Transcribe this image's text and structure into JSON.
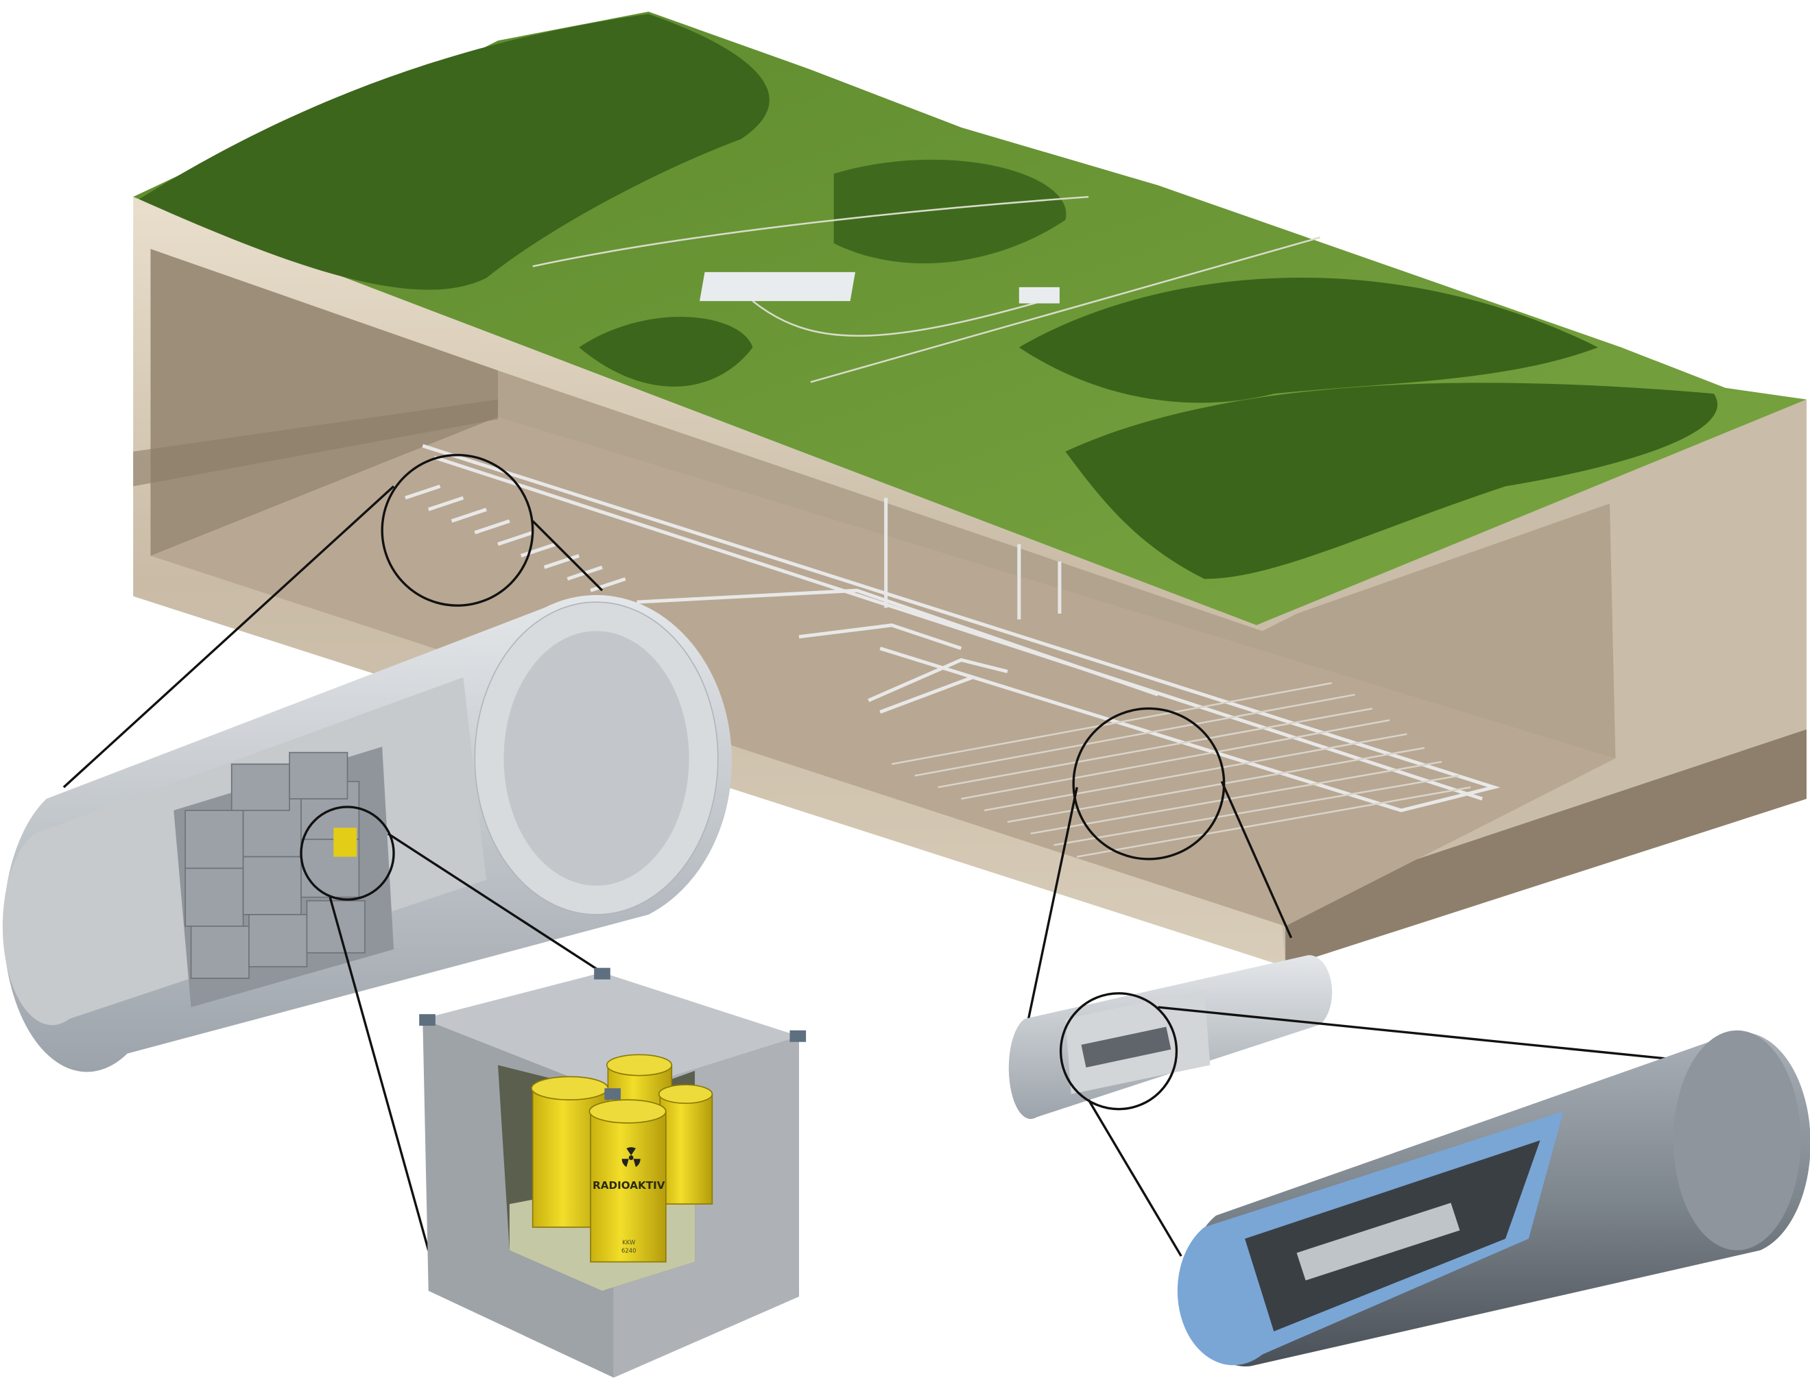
{
  "illustration": {
    "barrel_label": "RADIOAKTIV",
    "barrel_code_line1": "KKW",
    "barrel_code_line2": "6240"
  },
  "colors": {
    "forest": "#3f6a1e",
    "meadow": "#6f9a3a",
    "rock_light": "#e6dcc8",
    "rock_dark": "#a8998a",
    "concrete": "#b8bcc0",
    "barrel_yellow": "#e8d21a",
    "canister_blue": "#7aa6d6"
  }
}
